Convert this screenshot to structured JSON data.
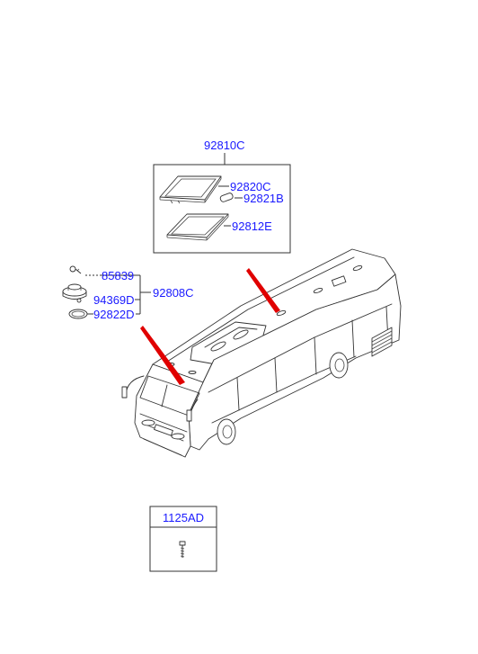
{
  "labels": {
    "top_assembly": "92810C",
    "lens_cover": "92820C",
    "bulb": "92821B",
    "lamp_frame": "92812E",
    "screw_part": "85839",
    "socket_part": "94369D",
    "gasket_part": "92822D",
    "side_assembly": "92808C",
    "bolt_part": "1125AD"
  },
  "colors": {
    "label": "#1a1aff",
    "pointer_arrow": "#e00000",
    "outline": "#333333"
  },
  "icons": {
    "bolt": "bolt-icon",
    "screw": "screw-icon",
    "socket": "lamp-socket-icon",
    "gasket": "gasket-ring-icon"
  }
}
